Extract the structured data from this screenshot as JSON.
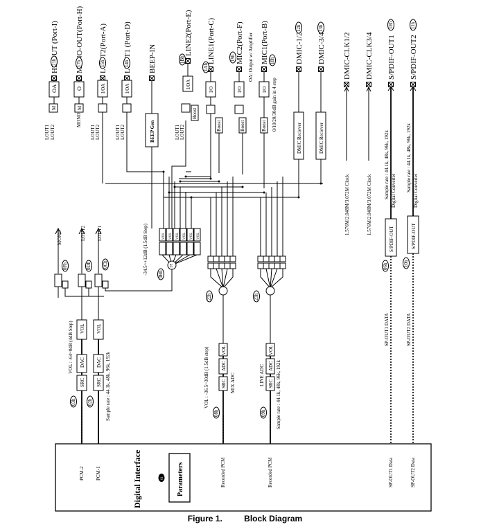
{
  "pins": {
    "hp_out": "HP-OUT (Port-I)",
    "mono_out": "MONO-OUT(Port-H)",
    "lout2": "LOUT2(Port-A)",
    "lout1": "LOUT1 (Port-D)",
    "beep_in": "BEEP-IN",
    "line2": "LINE2(Port-E)",
    "line1": "LINE1(Port-C)",
    "mic2": "MIC2(Port-F)",
    "mic1": "MIC1(Port-B)",
    "dmic12": "DMIC-1/2",
    "dmic34": "DMIC-3/4",
    "dmic_clk12": "DMIC-CLK1/2",
    "dmic_clk34": "DMIC-CLK3/4",
    "spdif1": "S/PDIF-OUT1",
    "spdif2": "S/PDIF-OUT2"
  },
  "nids": {
    "hp": "21h",
    "mono": "17h",
    "lout2": "15h",
    "lout1": "14h",
    "line2": "1Bh",
    "line1": "1Ah",
    "mic2": "19h",
    "mic1": "18h",
    "dmic12": "12h",
    "dmic34": "13h",
    "spdif1": "1Eh",
    "spdif2": "11h",
    "mix_out": "0Bh",
    "adc_mix1": "22h",
    "adc_mix2": "23h",
    "sel_mono": "0Fh",
    "sel_lout2": "0Dh",
    "sel_lout1": "0Ch",
    "dac2": "03h",
    "dac1": "02h",
    "adc1": "08h",
    "adc2": "09h",
    "spdif_out1": "06h",
    "spdif_out2": "10h",
    "afg": "01"
  },
  "blocks": {
    "oa": "OA",
    "o": "O",
    "io": "I/O",
    "o_a": "I/OA",
    "boost": "Boost",
    "beep_gen": "BEEP Gen",
    "dmic_receiver": "DMIC Reciever",
    "vol": "VOL",
    "dac": "DAC",
    "src": "SRC",
    "adc": "ADC",
    "spdif_out": "S/PDIF-OUT",
    "mix": "M",
    "parameters": "Parameters",
    "digital_interface": "Digital Interface"
  },
  "notes": {
    "mic2_amp": "OA: Output w/ Amplifier",
    "mic1_gain": "0/10/20/30dB gain in 4 step",
    "dmic_clk12": "1.576M/2.048M/3.072M Clock",
    "dmic_clk34": "1.576M/2.048M/3.072M Clock",
    "spdif1_rate": "Sample rate : 44.1k, 48k, 96k, 192k",
    "spdif1_conv": "Digital Converter",
    "spdif2_rate": "Sample rate : 44.1k, 48k, 96k, 192k",
    "spdif2_conv": "Digital Converter",
    "mix_gain": "-34.5~+12dB (1.5dB Step)",
    "dac_vol": "VOL : -64~0dB (4dB Step)",
    "dac_rate": "Sample rate : 44.1k, 48k, 96k, 192k",
    "adc_vol": "VOL : -36.5~30dB (1.5dB step)",
    "mix_adc": "MIX ADC",
    "line_adc": "LINE ADC",
    "adc_rate": "Sample rate : 44.1k, 48k, 96k, 192k",
    "mono_dest": "MONO",
    "lout2_dest": "LOUT2",
    "lout1_dest": "LOUT1",
    "mux_lout1": "LOUT1",
    "mux_lout2": "LOUT2",
    "mux_mono": "MONO",
    "pcm2": "PCM-2",
    "pcm1": "PCM-1",
    "rec_pcm": "Recorded PCM",
    "rec_pcm2": "Recorded PCM",
    "sp1_data": "SP-OUT1 Data",
    "sp2_data": "SP-OUT2 Data",
    "sp1_data_top": "SP-OUT1 DATA",
    "sp2_data_top": "SP-OUT2 DATA"
  },
  "caption": {
    "figure": "Figure 1.",
    "title": "Block Diagram"
  }
}
